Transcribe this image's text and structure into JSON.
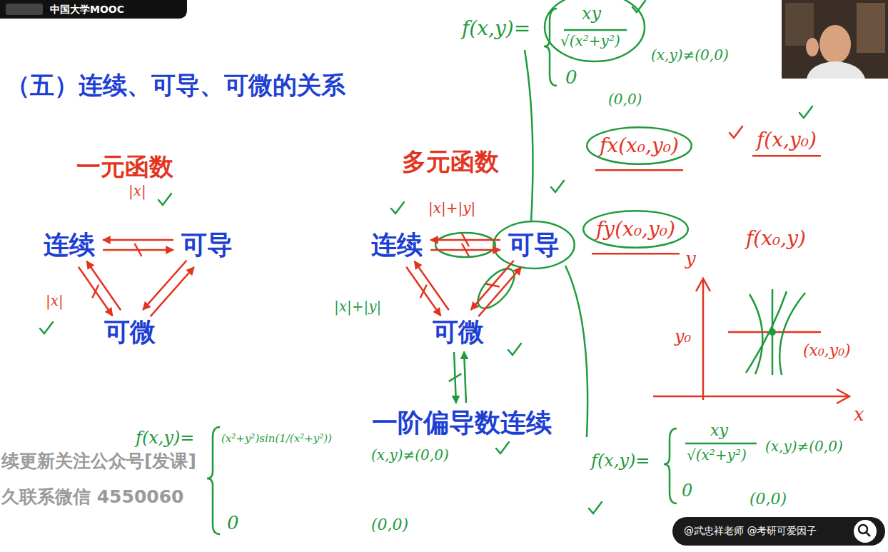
{
  "diagram": {
    "title": "（五）连续、可导、可微的关系",
    "nodes": [
      {
        "text": [
          "连续"
        ]
      },
      {
        "text": [
          "可导"
        ]
      },
      {
        "text": [
          "可微"
        ]
      },
      {
        "text": [
          "连续"
        ]
      },
      {
        "text": [
          "可导"
        ]
      },
      {
        "text": [
          "可微"
        ]
      },
      {
        "text": [
          "一阶偏导数连续"
        ]
      }
    ],
    "edges": [
      {
        "from": 1,
        "to": 0,
        "arrow": "to"
      },
      {
        "from": 0,
        "to": 1,
        "arrow": "to"
      },
      {
        "from": 2,
        "to": 0,
        "arrow": "to"
      },
      {
        "from": 0,
        "to": 2,
        "arrow": "to"
      },
      {
        "from": 2,
        "to": 1,
        "arrow": "to"
      },
      {
        "from": 1,
        "to": 2,
        "arrow": "to"
      },
      {
        "from": 4,
        "to": 3,
        "arrow": "to"
      },
      {
        "from": 3,
        "to": 4,
        "arrow": "to"
      },
      {
        "from": 5,
        "to": 3,
        "arrow": "to"
      },
      {
        "from": 3,
        "to": 5,
        "arrow": "to"
      },
      {
        "from": 5,
        "to": 4,
        "arrow": "to"
      },
      {
        "from": 4,
        "to": 5,
        "arrow": "to"
      },
      {
        "from": 6,
        "to": 5,
        "arrow": "to"
      },
      {
        "from": 5,
        "to": 6,
        "arrow": "to"
      }
    ],
    "labels": [
      "中国大学MOOC",
      "f(x,y)=",
      "xy",
      "√(x²+y²)",
      "0",
      "(x,y)≠(0,0)",
      "(0,0)",
      "fx(x₀,y₀)",
      "f(x,y₀)",
      "一元函数",
      "多元函数",
      "|x|",
      "|x|+|y|",
      "fy(x₀,y₀)",
      "f(x₀,y)",
      "y",
      "|x|",
      "|x|+|y|",
      "y₀",
      "(x₀,y₀)",
      "x",
      "f(x,y)=",
      "xy",
      "√(x²+y²)",
      "(x,y)≠(0,0)",
      "0",
      "(0,0)",
      "f(x,y)=",
      "(x²+y²)sin(1/(x²+y²))",
      "(x,y)≠(0,0)",
      "续更新关注公众号[发课]",
      "久联系微信 4550060",
      "0",
      "(0,0)",
      "@武忠祥老师 @考研可爱因子"
    ]
  }
}
